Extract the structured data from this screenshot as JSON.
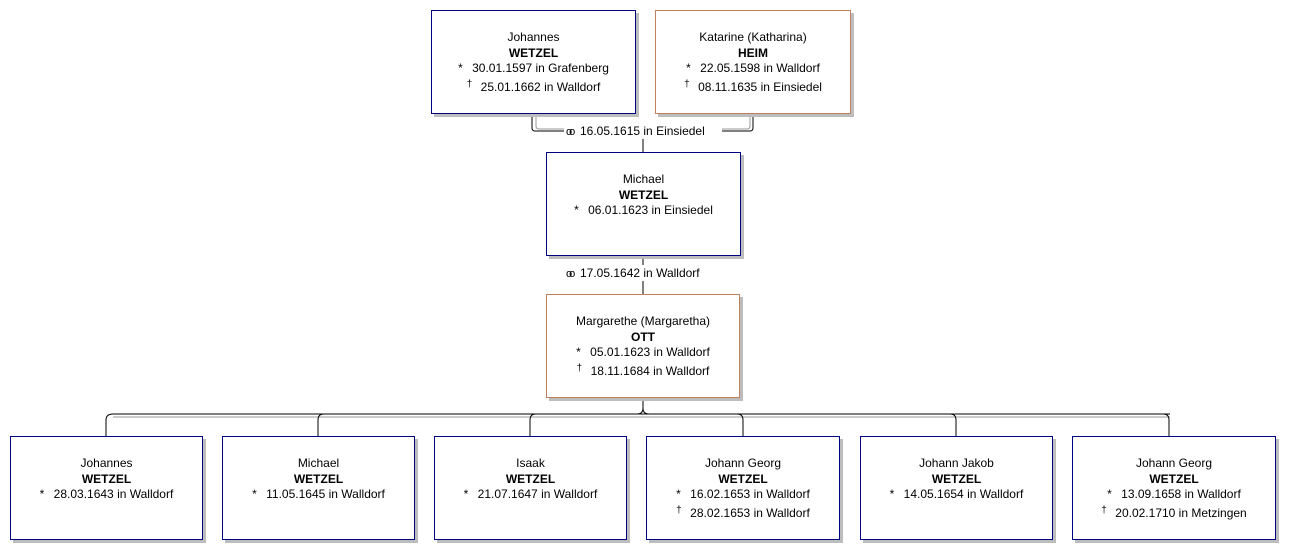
{
  "father": {
    "name": "Johannes",
    "surname": "WETZEL",
    "birth_symbol": "*",
    "birth": "30.01.1597 in Grafenberg",
    "death_symbol": "†",
    "death": "25.01.1662 in Walldorf"
  },
  "mother": {
    "name": "Katarine (Katharina)",
    "surname": "HEIM",
    "birth_symbol": "*",
    "birth": "22.05.1598 in Walldorf",
    "death_symbol": "†",
    "death": "08.11.1635 in Einsiedel"
  },
  "marriage1": {
    "symbol": "oo",
    "text": "16.05.1615 in Einsiedel"
  },
  "main": {
    "name": "Michael",
    "surname": "WETZEL",
    "birth_symbol": "*",
    "birth": "06.01.1623 in Einsiedel"
  },
  "marriage2": {
    "symbol": "oo",
    "text": "17.05.1642 in Walldorf"
  },
  "spouse": {
    "name": "Margarethe (Margaretha)",
    "surname": "OTT",
    "birth_symbol": "*",
    "birth": "05.01.1623 in Walldorf",
    "death_symbol": "†",
    "death": "18.11.1684 in Walldorf"
  },
  "children": [
    {
      "name": "Johannes",
      "surname": "WETZEL",
      "birth_symbol": "*",
      "birth": "28.03.1643 in Walldorf"
    },
    {
      "name": "Michael",
      "surname": "WETZEL",
      "birth_symbol": "*",
      "birth": "11.05.1645 in Walldorf"
    },
    {
      "name": "Isaak",
      "surname": "WETZEL",
      "birth_symbol": "*",
      "birth": "21.07.1647 in Walldorf"
    },
    {
      "name": "Johann Georg",
      "surname": "WETZEL",
      "birth_symbol": "*",
      "birth": "16.02.1653 in Walldorf",
      "death_symbol": "†",
      "death": "28.02.1653 in Walldorf"
    },
    {
      "name": "Johann Jakob",
      "surname": "WETZEL",
      "birth_symbol": "*",
      "birth": "14.05.1654 in Walldorf"
    },
    {
      "name": "Johann Georg",
      "surname": "WETZEL",
      "birth_symbol": "*",
      "birth": "13.09.1658 in Walldorf",
      "death_symbol": "†",
      "death": "20.02.1710 in Metzingen"
    }
  ]
}
